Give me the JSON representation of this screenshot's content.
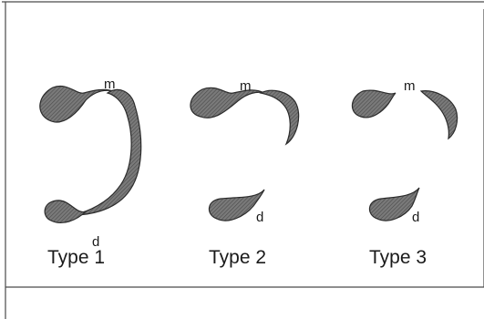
{
  "figure": {
    "panels": [
      {
        "caption": "Type 1",
        "top_label": "m",
        "bottom_label": "d"
      },
      {
        "caption": "Type 2",
        "top_label": "m",
        "bottom_label": "d"
      },
      {
        "caption": "Type 3",
        "top_label": "m",
        "bottom_label": "d"
      }
    ]
  },
  "colors": {
    "shape_fill": "#6b6b6b",
    "shape_stroke": "#2b2b2b",
    "frame": "#4a4a4a"
  }
}
